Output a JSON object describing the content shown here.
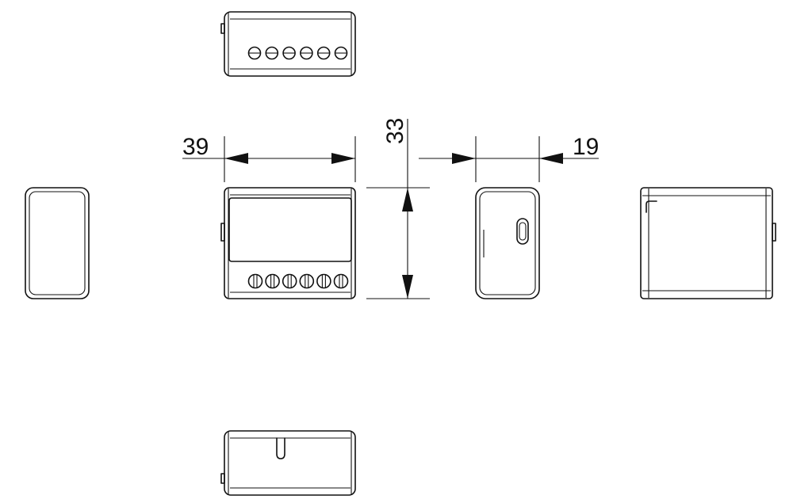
{
  "drawing": {
    "dimensions": {
      "width": "39",
      "height": "33",
      "depth": "19"
    },
    "terminal_count": 6,
    "line_color": "#111111",
    "background_color": "#ffffff"
  }
}
